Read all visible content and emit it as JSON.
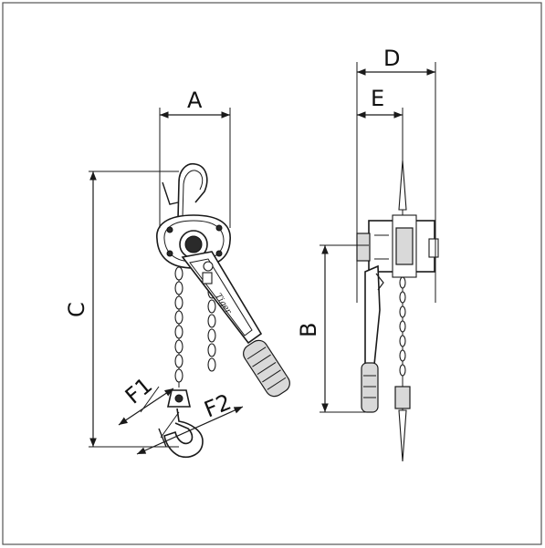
{
  "labels": {
    "A": "A",
    "B": "B",
    "C": "C",
    "D": "D",
    "E": "E",
    "F1": "F1",
    "F2": "F2"
  },
  "brand": "Tiger"
}
